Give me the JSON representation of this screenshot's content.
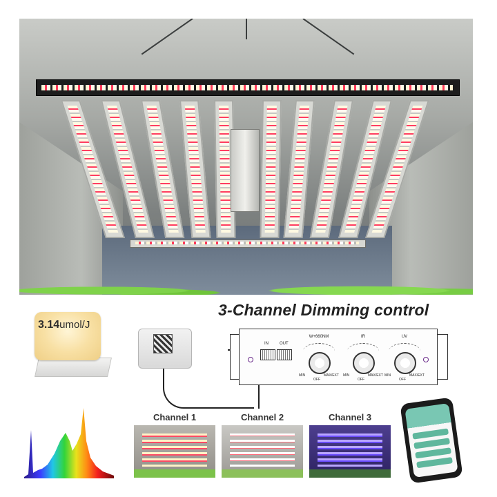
{
  "headline": "3-Channel Dimming control",
  "chip": {
    "value": "3.14",
    "unit": "umol/J"
  },
  "controller": {
    "ports": [
      {
        "label": "IN"
      },
      {
        "label": "OUT"
      }
    ],
    "knobs": [
      {
        "label": "W+660NM",
        "min": "MIN",
        "max": "MAX/EXT",
        "off": "OFF"
      },
      {
        "label": "IR",
        "min": "MIN",
        "max": "MAX/EXT",
        "off": "OFF"
      },
      {
        "label": "UV",
        "min": "MIN",
        "max": "MAX/EXT",
        "off": "OFF"
      }
    ]
  },
  "channels": [
    {
      "label": "Channel 1",
      "light_color": "#fff3c8",
      "accent": "#ff4a64"
    },
    {
      "label": "Channel 2",
      "light_color": "#ffffff",
      "accent": "#ff6a7a"
    },
    {
      "label": "Channel 3",
      "light_color": "#b9a6ff",
      "accent": "#6a4cff"
    }
  ],
  "colors": {
    "headline": "#222222",
    "channel_label": "#333333",
    "app_accent": "#5fb79d"
  },
  "icons": [
    "grow-light-photo",
    "led-chip",
    "spectrum-graph",
    "controller-dongle",
    "control-panel",
    "smartphone-app"
  ]
}
